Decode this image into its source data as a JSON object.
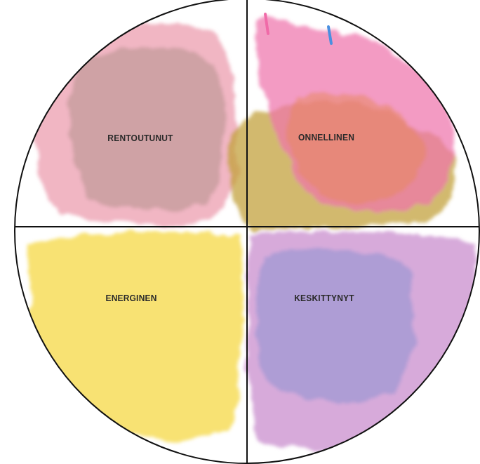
{
  "diagram": {
    "nodes": [
      {
        "text": [
          "RENTOUTUNUT"
        ]
      },
      {
        "text": [
          "ONNELLINEN"
        ]
      },
      {
        "text": [
          "ENERGINEN"
        ]
      },
      {
        "text": [
          "KESKITTYNYT"
        ]
      }
    ]
  }
}
